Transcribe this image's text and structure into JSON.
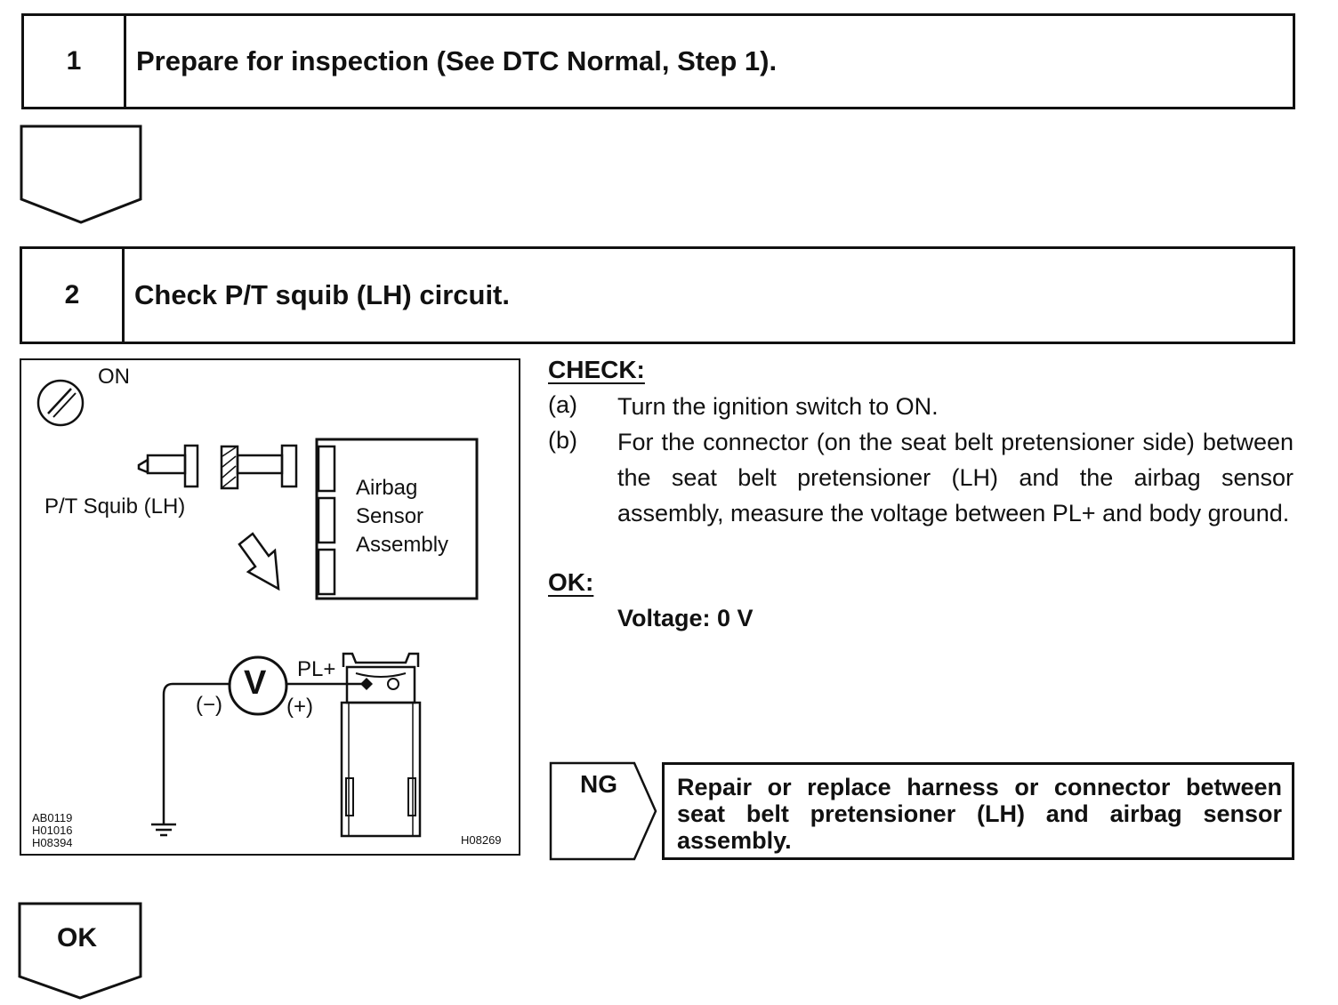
{
  "step1": {
    "number": "1",
    "title": "Prepare for inspection (See DTC Normal, Step 1)."
  },
  "step2": {
    "number": "2",
    "title": "Check P/T squib (LH) circuit."
  },
  "figure": {
    "ignition_label": "ON",
    "squib_label": "P/T Squib (LH)",
    "sensor_label_1": "Airbag",
    "sensor_label_2": "Sensor",
    "sensor_label_3": "Assembly",
    "meter_symbol": "V",
    "terminal_label": "PL+",
    "neg_label": "(−)",
    "pos_label": "(+)",
    "codes": [
      "AB0119",
      "H01016",
      "H08394"
    ],
    "figure_id": "H08269",
    "icons": [
      "ignition-switch-icon",
      "ground-icon",
      "arrow-icon"
    ]
  },
  "check": {
    "heading": "CHECK:",
    "items": [
      {
        "letter": "(a)",
        "text": "Turn the ignition switch to ON."
      },
      {
        "letter": "(b)",
        "text": "For the connector (on the seat belt pretensioner side) between the seat belt pretensioner (LH) and the airbag sensor assembly, measure the voltage between PL+ and body ground."
      }
    ]
  },
  "ok": {
    "heading": "OK:",
    "spec": "Voltage: 0 V"
  },
  "ng": {
    "label": "NG",
    "action": "Repair or replace harness or connector between seat belt pretensioner (LH) and airbag sensor assembly."
  },
  "ok_arrow": {
    "label": "OK"
  }
}
